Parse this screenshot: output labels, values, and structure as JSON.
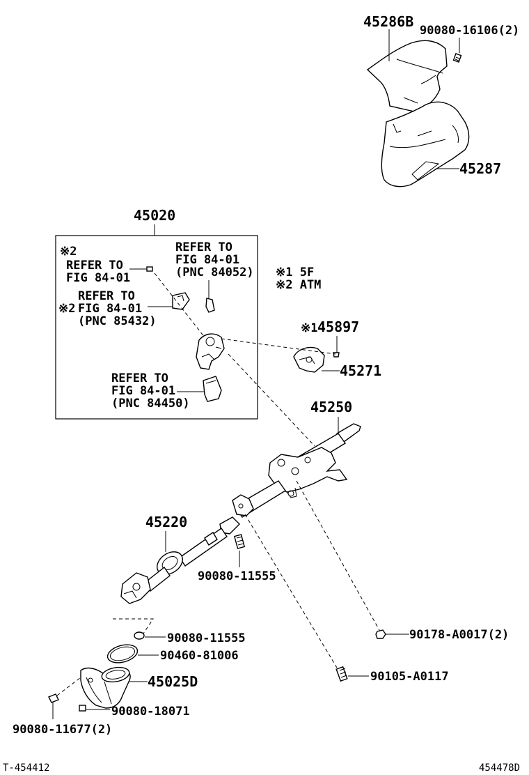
{
  "labels": {
    "p45286B": "45286B",
    "p90080_16106": "90080-16106(2)",
    "p45287": "45287",
    "p45020": "45020",
    "note2a_mark": "※2",
    "note2a_line1": "REFER TO",
    "note2a_line2": "FIG 84-01",
    "ref84052_line1": "REFER TO",
    "ref84052_line2": "FIG 84-01",
    "ref84052_line3": "(PNC 84052)",
    "legend1": "※1 5F",
    "legend2": "※2 ATM",
    "ref85432_line1": "REFER TO",
    "ref85432_mark": "※2",
    "ref85432_line2": "FIG 84-01",
    "ref85432_line3": "(PNC 85432)",
    "p45897_mark": "※1",
    "p45897": "45897",
    "p45271": "45271",
    "ref84450_line1": "REFER TO",
    "ref84450_line2": "FIG 84-01",
    "ref84450_line3": "(PNC 84450)",
    "p45250": "45250",
    "p45220": "45220",
    "p90080_11555a": "90080-11555",
    "p90080_11555b": "90080-11555",
    "p90178": "90178-A0017(2)",
    "p90460": "90460-81006",
    "p45025D": "45025D",
    "p90105": "90105-A0117",
    "p90080_18071": "90080-18071",
    "p90080_11677": "90080-11677(2)",
    "footer_left": "T-454412",
    "footer_right": "454478D"
  }
}
